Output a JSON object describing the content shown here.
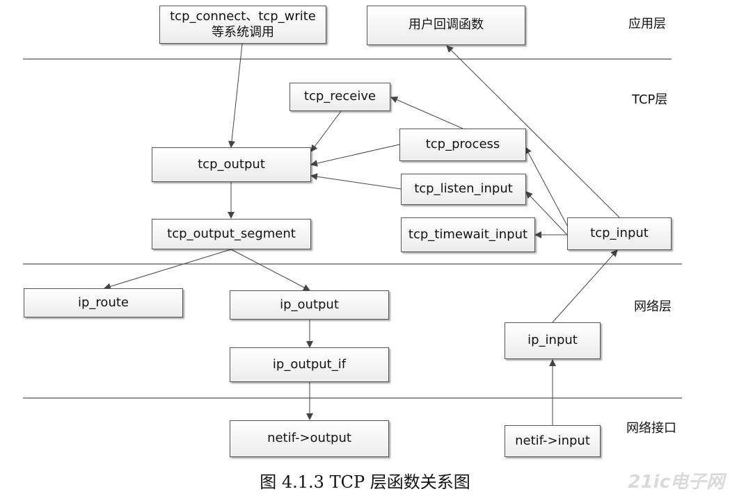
{
  "layers": {
    "app": "应用层",
    "tcp": "TCP层",
    "network": "网络层",
    "netif": "网络接口"
  },
  "nodes": {
    "tcp_connect_write": "tcp_connect、tcp_write\n等系统调用",
    "user_callback": "用户回调函数",
    "tcp_receive": "tcp_receive",
    "tcp_process": "tcp_process",
    "tcp_output": "tcp_output",
    "tcp_listen_input": "tcp_listen_input",
    "tcp_output_segment": "tcp_output_segment",
    "tcp_timewait_input": "tcp_timewait_input",
    "tcp_input": "tcp_input",
    "ip_route": "ip_route",
    "ip_output": "ip_output",
    "ip_output_if": "ip_output_if",
    "ip_input": "ip_input",
    "netif_output": "netif->output",
    "netif_input": "netif->input"
  },
  "caption": "图 4.1.3 TCP 层函数关系图",
  "watermark": "21ic电子网"
}
